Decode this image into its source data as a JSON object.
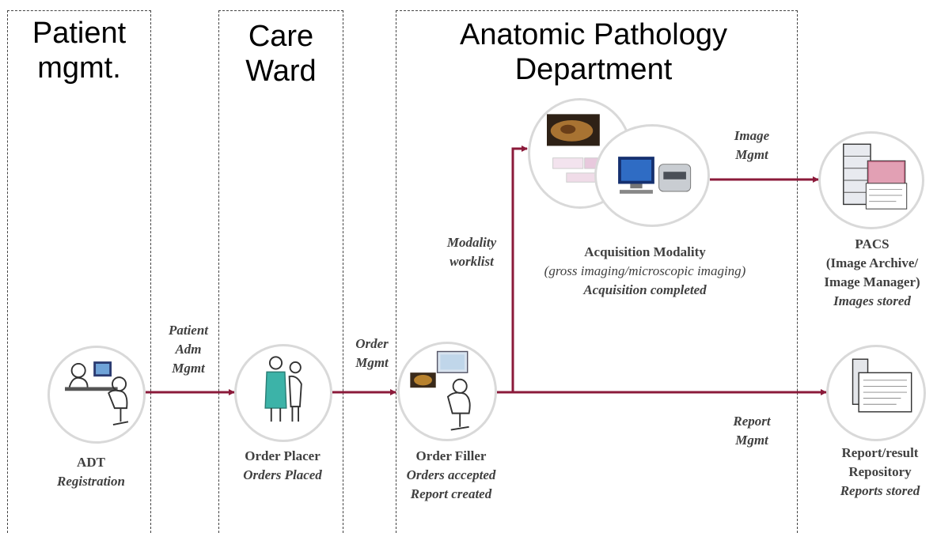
{
  "zones": {
    "patient_mgmt": [
      "Patient",
      "mgmt."
    ],
    "care_ward": [
      "Care",
      "Ward"
    ],
    "anatomic_pathology": [
      "Anatomic Pathology",
      "Department"
    ]
  },
  "actors": {
    "adt": {
      "name": "ADT",
      "status": "Registration"
    },
    "order_placer": {
      "name": "Order Placer",
      "status": "Orders Placed"
    },
    "order_filler": {
      "name": "Order Filler",
      "status1": "Orders accepted",
      "status2": "Report created"
    },
    "acquisition": {
      "name": "Acquisition Modality",
      "detail": "(gross imaging/microscopic imaging)",
      "status": "Acquisition completed"
    },
    "pacs": {
      "name1": "PACS",
      "name2": "(Image Archive/",
      "name3": "Image Manager)",
      "status": "Images stored"
    },
    "repository": {
      "name1": "Report/result",
      "name2": "Repository",
      "status": "Reports stored"
    }
  },
  "transactions": {
    "patient_adm": [
      "Patient",
      "Adm",
      "Mgmt"
    ],
    "order": [
      "Order",
      "Mgmt"
    ],
    "modality_worklist": [
      "Modality",
      "worklist"
    ],
    "image": [
      "Image",
      "Mgmt"
    ],
    "report": [
      "Report",
      "Mgmt"
    ]
  },
  "colors": {
    "arrow": "#8b1a3a",
    "zone_border": "#444444",
    "circle_border": "#d9d9d9"
  }
}
